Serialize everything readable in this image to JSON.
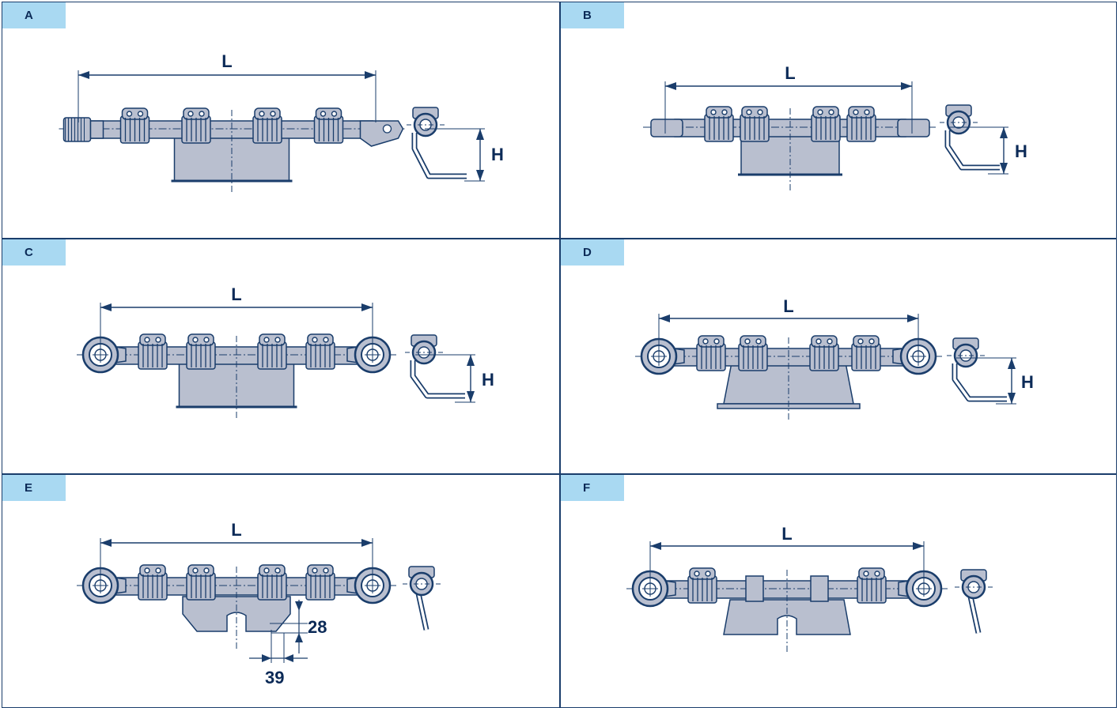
{
  "panels": [
    {
      "label": "A",
      "dimension_labels": [
        "L",
        "H"
      ]
    },
    {
      "label": "B",
      "dimension_labels": [
        "L",
        "H"
      ]
    },
    {
      "label": "C",
      "dimension_labels": [
        "L",
        "H"
      ]
    },
    {
      "label": "D",
      "dimension_labels": [
        "L",
        "H"
      ]
    },
    {
      "label": "E",
      "dimension_labels": [
        "L",
        "28",
        "39"
      ]
    },
    {
      "label": "F",
      "dimension_labels": [
        "L"
      ]
    }
  ],
  "colors": {
    "tag_fill": "#a9d9f2",
    "line": "#1a3d6b",
    "part_fill": "#b9bfcf",
    "text": "#0b2a57"
  }
}
